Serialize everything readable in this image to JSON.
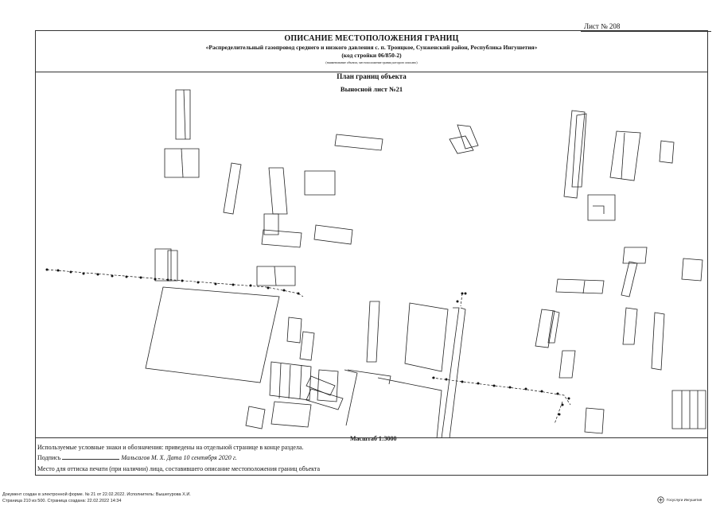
{
  "sheet": {
    "number": "Лист № 208"
  },
  "header": {
    "title": "ОПИСАНИЕ МЕСТОПОЛОЖЕНИЯ ГРАНИЦ",
    "subtitle": "«Распределительный газопровод среднего и низкого давления с. п. Троицкое, Сунженский район, Республика Ингушетия»",
    "code": "(код стройки 06/850-2)",
    "code_note": "(наименование объекта, местоположение границ которого описано)"
  },
  "plan": {
    "title": "План границ объекта",
    "sheet_title": "Выносной лист №21",
    "scale": "Масштаб 1:3000"
  },
  "notes": {
    "legend": "Используемые условные знаки и обозначения: приведены на отдельной странице в конце раздела.",
    "sign_label": "Подпись",
    "sign_name": "Мальсагов М. Х.",
    "date_label": "Дата",
    "date_value": "10 сентября 2020 г.",
    "stamp": "Место для оттиска печати (при наличии) лица, составившего описание местоположения границ объекта"
  },
  "footer": {
    "line1": "Документ создан в электронной форме. № 21 от 22.02.2022. Исполнитель: Вышегурова Х.И.",
    "line2": "Страница 210 из 500. Страница создана: 22.02.2022 14:34",
    "logo_text": "Госуслуги Ингушетия",
    "logo_icon": "coat-of-arms-icon"
  }
}
